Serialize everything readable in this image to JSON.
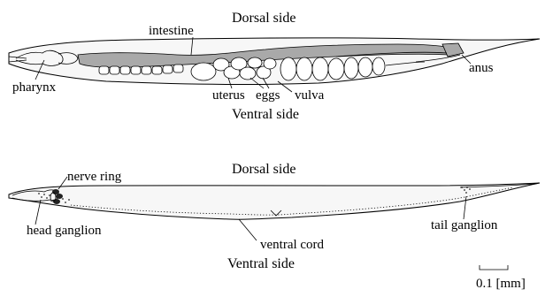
{
  "top_diagram": {
    "dorsal_label": "Dorsal side",
    "ventral_label": "Ventral side",
    "labels": {
      "intestine": "intestine",
      "pharynx": "pharynx",
      "uterus": "uterus",
      "eggs": "eggs",
      "vulva": "vulva",
      "anus": "anus"
    }
  },
  "bottom_diagram": {
    "dorsal_label": "Dorsal side",
    "ventral_label": "Ventral side",
    "labels": {
      "nerve_ring": "nerve ring",
      "head_ganglion": "head ganglion",
      "ventral_cord": "ventral cord",
      "tail_ganglion": "tail ganglion"
    }
  },
  "scale_bar": {
    "label": "0.1 [mm]"
  }
}
